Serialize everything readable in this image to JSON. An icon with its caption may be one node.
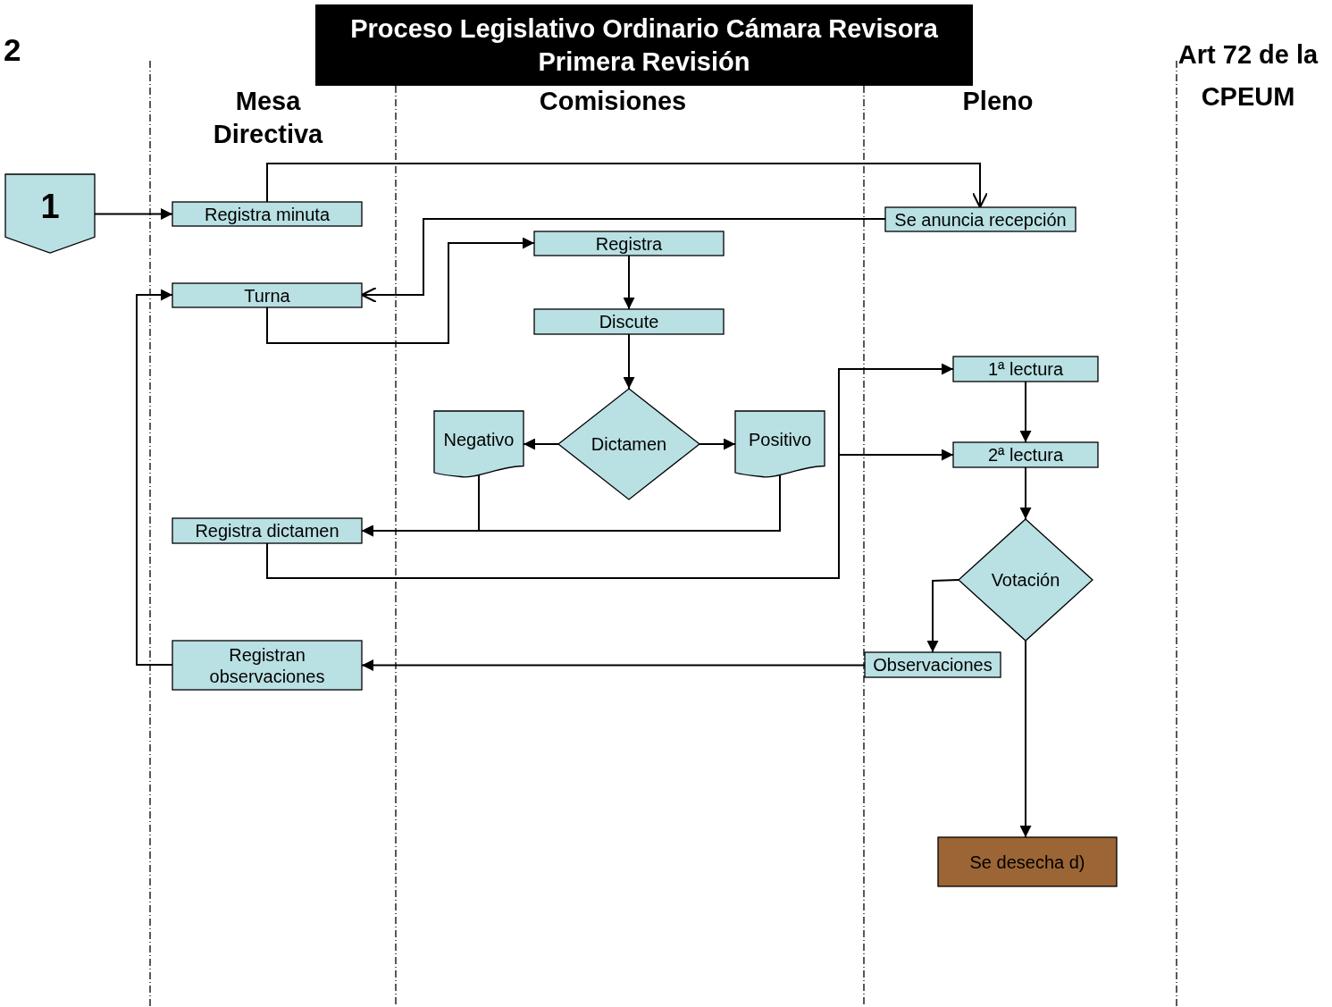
{
  "diagram": {
    "title": "Proceso Legislativo Ordinario Cámara Revisora Primera Revisión",
    "nodes": [
      {
        "text": [
          "1"
        ]
      },
      {
        "text": [
          "Registra minuta"
        ]
      },
      {
        "text": [
          "Se anuncia recepción"
        ]
      },
      {
        "text": [
          "Turna"
        ]
      },
      {
        "text": [
          "Registra"
        ]
      },
      {
        "text": [
          "Discute"
        ]
      },
      {
        "text": [
          "Dictamen"
        ]
      },
      {
        "text": [
          "Negativo"
        ]
      },
      {
        "text": [
          "Positivo"
        ]
      },
      {
        "text": [
          "Registra dictamen"
        ]
      },
      {
        "text": [
          "1ª lectura"
        ]
      },
      {
        "text": [
          "2ª lectura"
        ]
      },
      {
        "text": [
          "Votación"
        ]
      },
      {
        "text": [
          "Observaciones"
        ]
      },
      {
        "text": [
          "Registran observaciones"
        ]
      },
      {
        "text": [
          "Se desecha d)"
        ]
      }
    ],
    "edges": [
      {
        "from": 0,
        "to": 1,
        "arrow": "to"
      },
      {
        "from": 1,
        "to": 2,
        "arrow": "to"
      },
      {
        "from": 2,
        "to": 3,
        "arrow": "to"
      },
      {
        "from": 3,
        "to": 4,
        "arrow": "to"
      },
      {
        "from": 4,
        "to": 5,
        "arrow": "to"
      },
      {
        "from": 5,
        "to": 6,
        "arrow": "to"
      },
      {
        "from": 6,
        "to": 7,
        "arrow": "to"
      },
      {
        "from": 6,
        "to": 8,
        "arrow": "to"
      },
      {
        "from": 7,
        "to": 9,
        "arrow": "to"
      },
      {
        "from": 8,
        "to": 9,
        "arrow": "to"
      },
      {
        "from": 9,
        "to": 10,
        "arrow": "to"
      },
      {
        "from": 9,
        "to": 11,
        "arrow": "to"
      },
      {
        "from": 10,
        "to": 11,
        "arrow": "to"
      },
      {
        "from": 11,
        "to": 12,
        "arrow": "to"
      },
      {
        "from": 12,
        "to": 13,
        "arrow": "to"
      },
      {
        "from": 13,
        "to": 14,
        "arrow": "to"
      },
      {
        "from": 14,
        "to": 3,
        "arrow": "to"
      },
      {
        "from": 12,
        "to": 15,
        "arrow": "to"
      }
    ],
    "labels": [
      "2",
      "Art 72 de la CPEUM",
      "Mesa Directiva",
      "Comisiones",
      "Pleno"
    ]
  }
}
